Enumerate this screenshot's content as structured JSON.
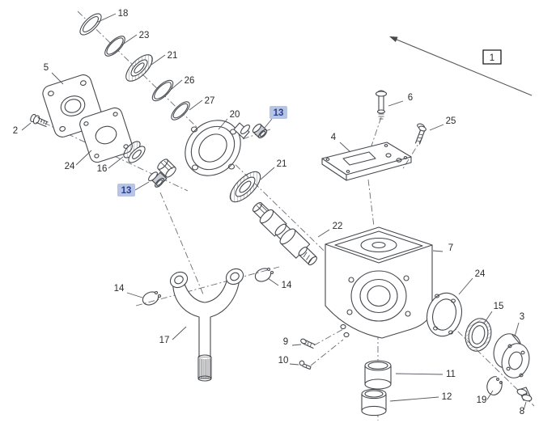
{
  "colors": {
    "line": "#45484d",
    "text": "#2b2b2b",
    "highlight_bg": "#b8c4e6",
    "highlight_text": "#27408b",
    "box_border": "#1a1a1a",
    "background": "#ffffff"
  },
  "callouts": [
    {
      "label": "18",
      "highlighted": false,
      "boxed": false
    },
    {
      "label": "23",
      "highlighted": false,
      "boxed": false
    },
    {
      "label": "21",
      "highlighted": false,
      "boxed": false
    },
    {
      "label": "5",
      "highlighted": false,
      "boxed": false
    },
    {
      "label": "26",
      "highlighted": false,
      "boxed": false
    },
    {
      "label": "27",
      "highlighted": false,
      "boxed": false
    },
    {
      "label": "2",
      "highlighted": false,
      "boxed": false
    },
    {
      "label": "20",
      "highlighted": false,
      "boxed": false
    },
    {
      "label": "13",
      "highlighted": true,
      "boxed": false
    },
    {
      "label": "24",
      "highlighted": false,
      "boxed": false
    },
    {
      "label": "16",
      "highlighted": false,
      "boxed": false
    },
    {
      "label": "13",
      "highlighted": true,
      "boxed": false
    },
    {
      "label": "21",
      "highlighted": false,
      "boxed": false
    },
    {
      "label": "6",
      "highlighted": false,
      "boxed": false
    },
    {
      "label": "25",
      "highlighted": false,
      "boxed": false
    },
    {
      "label": "4",
      "highlighted": false,
      "boxed": false
    },
    {
      "label": "1",
      "highlighted": false,
      "boxed": true
    },
    {
      "label": "22",
      "highlighted": false,
      "boxed": false
    },
    {
      "label": "7",
      "highlighted": false,
      "boxed": false
    },
    {
      "label": "24",
      "highlighted": false,
      "boxed": false
    },
    {
      "label": "15",
      "highlighted": false,
      "boxed": false
    },
    {
      "label": "3",
      "highlighted": false,
      "boxed": false
    },
    {
      "label": "14",
      "highlighted": false,
      "boxed": false
    },
    {
      "label": "14",
      "highlighted": false,
      "boxed": false
    },
    {
      "label": "17",
      "highlighted": false,
      "boxed": false
    },
    {
      "label": "9",
      "highlighted": false,
      "boxed": false
    },
    {
      "label": "10",
      "highlighted": false,
      "boxed": false
    },
    {
      "label": "11",
      "highlighted": false,
      "boxed": false
    },
    {
      "label": "12",
      "highlighted": false,
      "boxed": false
    },
    {
      "label": "19",
      "highlighted": false,
      "boxed": false
    },
    {
      "label": "8",
      "highlighted": false,
      "boxed": false
    }
  ]
}
